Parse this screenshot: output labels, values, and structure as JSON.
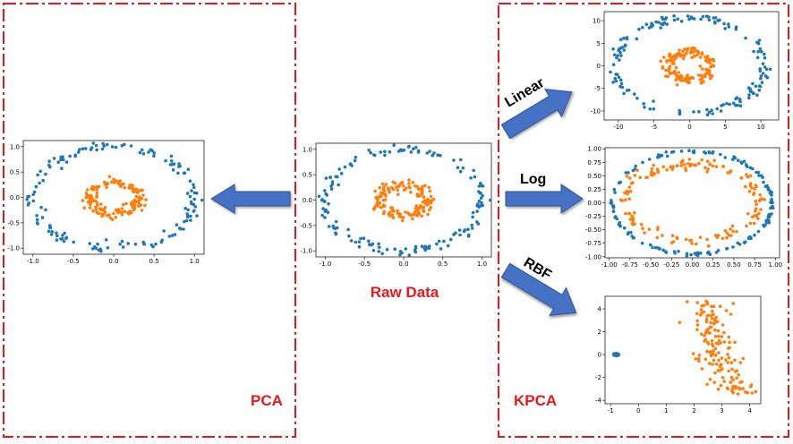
{
  "labels": {
    "raw_data": "Raw Data",
    "pca": "PCA",
    "kpca": "KPCA",
    "linear": "Linear",
    "log": "Log",
    "rbf": "RBF"
  },
  "colors": {
    "frame": "#e31a1c",
    "outer_points": "#1f77b4",
    "inner_points": "#ff7f0e",
    "arrow_fill": "#4472c4",
    "arrow_stroke": "#2f528f",
    "label_red": "#e31a1c"
  },
  "chart_data": [
    {
      "id": "raw",
      "type": "scatter",
      "xlim": [
        -1.12,
        1.12
      ],
      "ylim": [
        -1.12,
        1.12
      ],
      "xticks": [
        "-1.0",
        "-0.5",
        "0.0",
        "0.5",
        "1.0"
      ],
      "xtick_values": [
        -1.0,
        -0.5,
        0.0,
        0.5,
        1.0
      ],
      "yticks": [
        "1.0",
        "0.5",
        "0.0",
        "-0.5",
        "-1.0"
      ],
      "ytick_values": [
        1.0,
        0.5,
        0.0,
        -0.5,
        -1.0
      ],
      "series": [
        {
          "role": "outer",
          "shape": "ring",
          "center": [
            0,
            0
          ],
          "rx": 1.0,
          "ry": 1.0,
          "noise": 0.05,
          "n": 150
        },
        {
          "role": "inner",
          "shape": "ring",
          "center": [
            0,
            0
          ],
          "rx": 0.3,
          "ry": 0.3,
          "noise": 0.05,
          "n": 150
        }
      ]
    },
    {
      "id": "pca",
      "type": "scatter",
      "xlim": [
        -1.12,
        1.12
      ],
      "ylim": [
        -1.12,
        1.12
      ],
      "xticks": [
        "-1.0",
        "-0.5",
        "0.0",
        "0.5",
        "1.0"
      ],
      "xtick_values": [
        -1.0,
        -0.5,
        0.0,
        0.5,
        1.0
      ],
      "yticks": [
        "1.0",
        "0.5",
        "0.0",
        "-0.5",
        "-1.0"
      ],
      "ytick_values": [
        1.0,
        0.5,
        0.0,
        -0.5,
        -1.0
      ],
      "series": [
        {
          "role": "outer",
          "shape": "ring",
          "center": [
            0,
            0
          ],
          "rx": 1.0,
          "ry": 1.0,
          "noise": 0.05,
          "n": 150
        },
        {
          "role": "inner",
          "shape": "ring",
          "center": [
            0,
            0
          ],
          "rx": 0.3,
          "ry": 0.3,
          "noise": 0.05,
          "n": 150
        }
      ]
    },
    {
      "id": "linear",
      "type": "scatter",
      "xlim": [
        -12,
        12.5
      ],
      "ylim": [
        -12,
        12
      ],
      "xticks": [
        "-10",
        "-5",
        "0",
        "5",
        "10"
      ],
      "xtick_values": [
        -10,
        -5,
        0,
        5,
        10
      ],
      "yticks": [
        "10",
        "5",
        "0",
        "-5",
        "-10"
      ],
      "ytick_values": [
        10,
        5,
        0,
        -5,
        -10
      ],
      "series": [
        {
          "role": "outer",
          "shape": "ring",
          "center": [
            0,
            0
          ],
          "rx": 10.5,
          "ry": 10.5,
          "noise": 0.5,
          "n": 150
        },
        {
          "role": "inner",
          "shape": "ring",
          "center": [
            0,
            0
          ],
          "rx": 3.0,
          "ry": 3.0,
          "noise": 0.5,
          "n": 150
        }
      ]
    },
    {
      "id": "log",
      "type": "scatter",
      "xlim": [
        -1.05,
        1.05
      ],
      "ylim": [
        -1.02,
        1.02
      ],
      "xticks": [
        "-1.00",
        "-0.75",
        "-0.50",
        "-0.25",
        "0.00",
        "0.25",
        "0.50",
        "0.75",
        "1.00"
      ],
      "xtick_values": [
        -1.0,
        -0.75,
        -0.5,
        -0.25,
        0.0,
        0.25,
        0.5,
        0.75,
        1.0
      ],
      "yticks": [
        "1.00",
        "0.75",
        "0.50",
        "0.25",
        "0.00",
        "-0.25",
        "-0.50",
        "-0.75",
        "-1.00"
      ],
      "ytick_values": [
        1.0,
        0.75,
        0.5,
        0.25,
        0.0,
        -0.25,
        -0.5,
        -0.75,
        -1.0
      ],
      "series": [
        {
          "role": "outer",
          "shape": "ring",
          "center": [
            0,
            0
          ],
          "rx": 0.96,
          "ry": 0.95,
          "noise": 0.015,
          "n": 150
        },
        {
          "role": "inner",
          "shape": "ring",
          "center": [
            0.0,
            0.0
          ],
          "rx": 0.8,
          "ry": 0.7,
          "noise": 0.05,
          "n": 150
        }
      ]
    },
    {
      "id": "rbf",
      "type": "scatter",
      "xlim": [
        -1.2,
        4.4
      ],
      "ylim": [
        -4.3,
        5.1
      ],
      "xticks": [
        "-1",
        "0",
        "1",
        "2",
        "3",
        "4"
      ],
      "xtick_values": [
        -1,
        0,
        1,
        2,
        3,
        4
      ],
      "yticks": [
        "4",
        "2",
        "0",
        "-2",
        "-4"
      ],
      "ytick_values": [
        4,
        2,
        0,
        -2,
        -4
      ],
      "series": [
        {
          "role": "outer",
          "shape": "cluster",
          "center": [
            -0.8,
            0.0
          ],
          "rx": 0.05,
          "ry": 0.05,
          "noise": 0.02,
          "n": 150
        },
        {
          "role": "inner",
          "shape": "band",
          "points_path": [
            [
              2.5,
              4.8
            ],
            [
              2.6,
              3.5
            ],
            [
              2.7,
              2.0
            ],
            [
              3.0,
              0.5
            ],
            [
              2.7,
              -0.5
            ],
            [
              3.0,
              -1.5
            ],
            [
              3.5,
              -2.8
            ],
            [
              3.8,
              -3.3
            ]
          ],
          "spread": 0.35,
          "n": 150
        }
      ]
    }
  ]
}
